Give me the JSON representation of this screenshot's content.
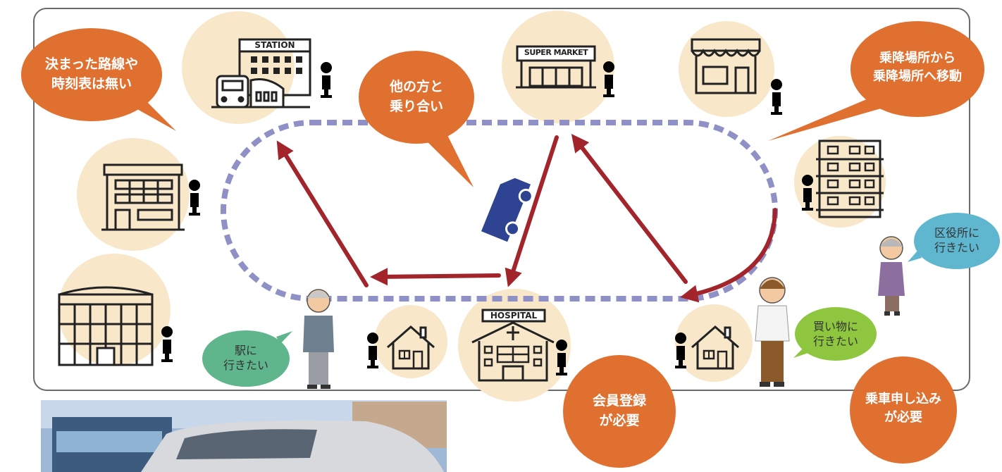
{
  "colors": {
    "frame": "#6b6b6b",
    "icon_circle": "#f8e7c9",
    "orange_bubble": "#e07030",
    "route_dots": "#8f90c5",
    "arrows": "#a3252c",
    "vehicle": "#2e4493",
    "green_bubble": "#5fb58c",
    "blue_bubble": "#5fb7cf",
    "lime_bubble": "#8ec63f"
  },
  "bubbles": {
    "no_fixed_route": [
      "決まった路線や",
      "時刻表は無い"
    ],
    "ride_share": [
      "他の方と",
      "乗り合い"
    ],
    "point_to_point": [
      "乗降場所から",
      "乗降場所へ移動"
    ],
    "membership": [
      "会員登録",
      "が必要"
    ],
    "reservation": [
      "乗車申し込み",
      "が必要"
    ]
  },
  "passenger_wishes": {
    "station": [
      "駅に",
      "行きたい"
    ],
    "ward_office": [
      "区役所に",
      "行きたい"
    ],
    "shopping": [
      "買い物に",
      "行きたい"
    ]
  },
  "places": {
    "station_sign": "STATION",
    "supermarket_sign": "SUPER MARKET",
    "hospital_sign": "HOSPITAL"
  },
  "icons": [
    "station-icon",
    "supermarket-icon",
    "shop-icon",
    "apartment-icon",
    "office-building-icon",
    "mall-icon",
    "house-icon",
    "hospital-icon",
    "person-pictogram-icon",
    "van-icon"
  ]
}
